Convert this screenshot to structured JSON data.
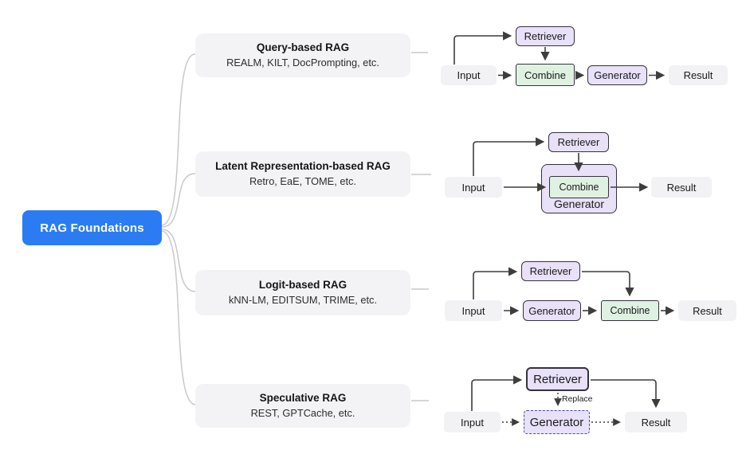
{
  "root": {
    "label": "RAG Foundations"
  },
  "branches": [
    {
      "title": "Query-based RAG",
      "examples": "REALM, KILT, DocPrompting, etc.",
      "nodes": {
        "input": "Input",
        "retriever": "Retriever",
        "combine": "Combine",
        "generator": "Generator",
        "result": "Result"
      }
    },
    {
      "title": "Latent Representation-based RAG",
      "examples": "Retro, EaE, TOME, etc.",
      "nodes": {
        "input": "Input",
        "retriever": "Retriever",
        "combine": "Combine",
        "generator": "Generator",
        "result": "Result"
      }
    },
    {
      "title": "Logit-based RAG",
      "examples": "kNN-LM, EDITSUM, TRIME, etc.",
      "nodes": {
        "input": "Input",
        "retriever": "Retriever",
        "generator": "Generator",
        "combine": "Combine",
        "result": "Result"
      }
    },
    {
      "title": "Speculative RAG",
      "examples": "REST, GPTCache, etc.",
      "replace_label": "Replace",
      "nodes": {
        "input": "Input",
        "retriever": "Retriever",
        "generator": "Generator",
        "result": "Result"
      }
    }
  ],
  "colors": {
    "root_bg": "#2B7CF2",
    "card_bg": "#F3F3F5",
    "node_gray_bg": "#F2F2F4",
    "node_purple_bg": "#E8E1F8",
    "node_green_bg": "#DFF2E1",
    "node_border": "#35323E",
    "dashed_border": "#4A4AA8",
    "arrow": "#3D3D3D",
    "branch_line": "#C9C9CC"
  }
}
